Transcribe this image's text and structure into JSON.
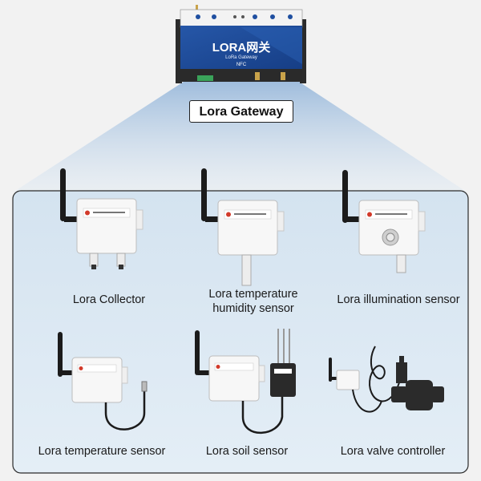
{
  "gateway": {
    "title": "Lora Gateway",
    "panel_text": "LORA网关",
    "panel_sub": "LoRa Gateway",
    "panel_nfc": "NFC"
  },
  "devices": [
    {
      "label": "Lora Collector"
    },
    {
      "label": "Lora temperature\nhumidity sensor"
    },
    {
      "label": "Lora illumination sensor"
    },
    {
      "label": "Lora temperature sensor"
    },
    {
      "label": "Lora soil sensor"
    },
    {
      "label": "Lora valve controller"
    }
  ],
  "colors": {
    "background": "#f2f2f2",
    "panel": "#dde9f3",
    "gateway_blue": "#1f4fa0",
    "enclosure": "#f7f7f7"
  }
}
